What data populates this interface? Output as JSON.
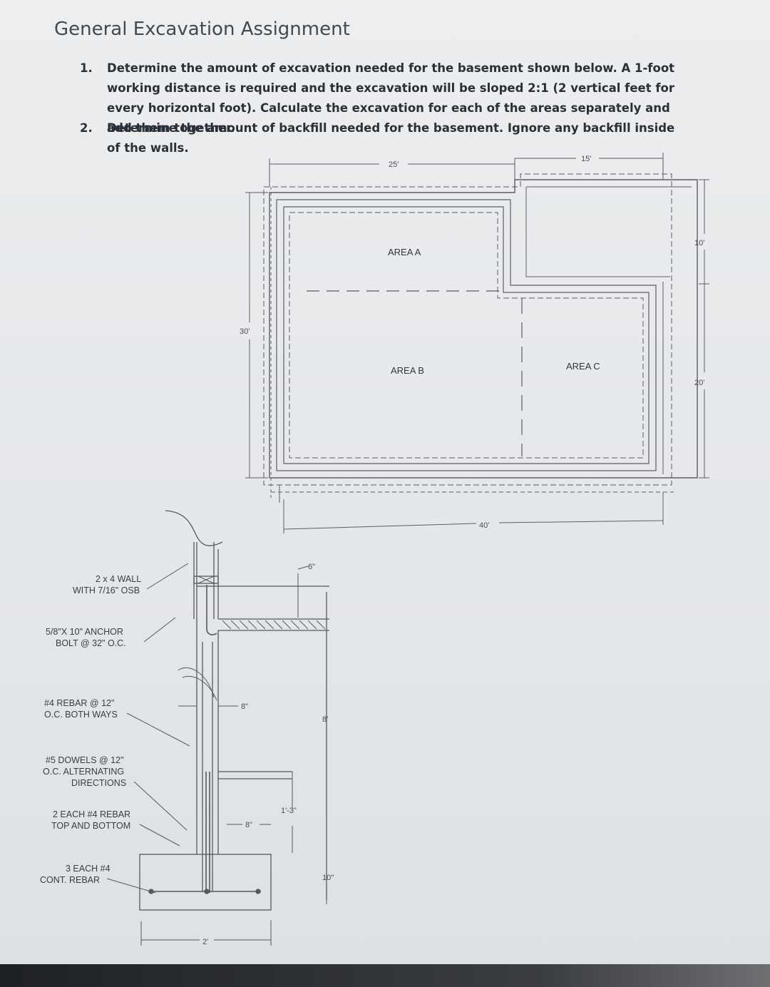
{
  "page": {
    "title": "General Excavation Assignment",
    "questions": [
      {
        "number": "1.",
        "text": "Determine the amount of excavation needed for the basement shown below. A 1-foot working distance is required and the excavation will be sloped 2:1 (2 vertical feet for every horizontal foot). Calculate the excavation for each of the areas separately and add them together."
      },
      {
        "number": "2.",
        "text": "Determine the amount of backfill needed for the basement. Ignore any backfill inside of the walls."
      }
    ]
  },
  "plan": {
    "dim_25": "25'",
    "dim_15": "15'",
    "dim_10": "10'",
    "dim_20": "20'",
    "dim_30": "30'",
    "dim_40": "40'",
    "area_a": "AREA A",
    "area_b": "AREA B",
    "area_c": "AREA C"
  },
  "section": {
    "callouts": {
      "wall_line1": "2 x 4 WALL",
      "wall_line2": "WITH 7/16\" OSB",
      "bolt_line1": "5/8\"X 10\" ANCHOR",
      "bolt_line2": "BOLT @ 32\" O.C.",
      "rebar_line1": "#4 REBAR @ 12\"",
      "rebar_line2": "O.C. BOTH WAYS",
      "dowels_line1": "#5 DOWELS @ 12\"",
      "dowels_line2": "O.C. ALTERNATING",
      "dowels_line3": "DIRECTIONS",
      "two_line1": "2 EACH #4 REBAR",
      "two_line2": "TOP AND BOTTOM",
      "three_line1": "3 EACH #4",
      "three_line2": "CONT. REBAR"
    },
    "dims": {
      "d6_top": "6\"",
      "d8_wall": "8\"",
      "d8_height": "8'",
      "d8_footing": "8\"",
      "d1_3": "1'-3\"",
      "d10": "10\"",
      "d2": "2'"
    }
  }
}
